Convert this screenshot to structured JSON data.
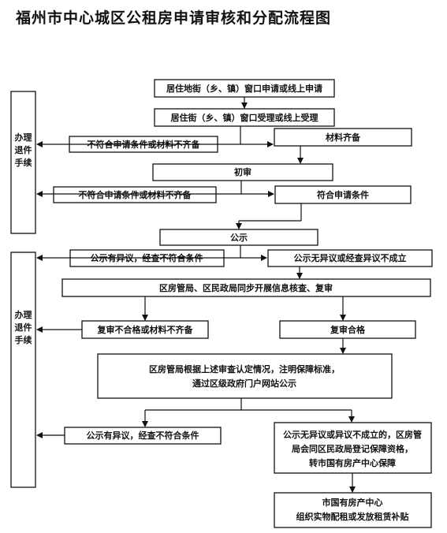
{
  "title": "福州市中心城区公租房申请审核和分配流程图",
  "nodes": {
    "apply": "居住地街（乡、镇）窗口申请或线上申请",
    "accept": "居住街（乡、镇）窗口受理或线上受理",
    "reject1": "不符合申请条件或材料不齐备",
    "complete": "材料齐备",
    "first_review": "初审",
    "reject2": "不符合申请条件或材料不齐备",
    "eligible": "符合申请条件",
    "publicity": "公示",
    "objection1": "公示有异议，经查不符合条件",
    "no_objection1": "公示无异议或经查异议不成立",
    "joint_check": "区房管局、区民政局同步开展信息核查、复审",
    "recheck_fail": "复审不合格或材料不齐备",
    "recheck_pass": "复审合格",
    "district_notice_line1": "区房管局根据上述审查认定情况，注明保障标准，",
    "district_notice_line2": "通过区级政府门户网站公示",
    "objection2": "公示有异议，经查不符合条件",
    "register_line1": "公示无异议或异议不成立的，区房管",
    "register_line2": "局会同区民政局登记保障资格，",
    "register_line3": "转市国有房产中心保障",
    "final_line1": "市国有房产中心",
    "final_line2": "组织实物配租或发放租赁补贴"
  },
  "side_labels": {
    "top": [
      "办理",
      "退件",
      "手续"
    ],
    "bottom": [
      "办理",
      "退件",
      "手续"
    ]
  }
}
